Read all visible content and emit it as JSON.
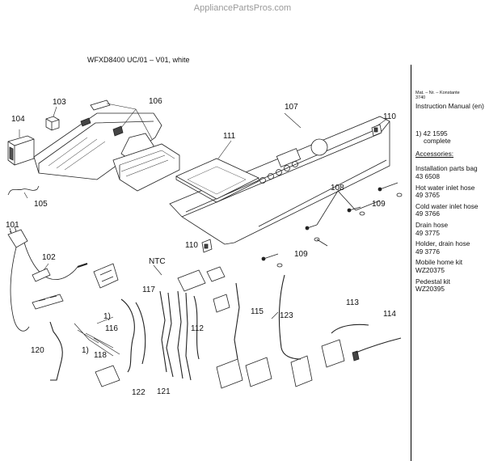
{
  "watermark": "AppliancePartsPros.com",
  "model": "WFXD8400 UC/01 – V01, white",
  "callouts": {
    "c101": "101",
    "c102": "102",
    "c103": "103",
    "c104": "104",
    "c105": "105",
    "c106": "106",
    "c107": "107",
    "c108": "108",
    "c109a": "109",
    "c109b": "109",
    "c110a": "110",
    "c110b": "110",
    "c111": "111",
    "c112": "112",
    "c113": "113",
    "c114": "114",
    "c115": "115",
    "c116": "116",
    "c117": "117",
    "c118": "118",
    "c120": "120",
    "c121": "121",
    "c122": "122",
    "c123": "123",
    "note1a": "1)",
    "note1b": "1)",
    "ntc": "NTC"
  },
  "side": {
    "header1": "Mat. – Nr. – Konstante",
    "header2": "3740",
    "manual": "Instruction Manual (en)",
    "note_num": "1) 42 1595",
    "note_text": "complete",
    "accessories": "Accessories:",
    "items": [
      {
        "name": "Installation parts bag",
        "num": "43 6508"
      },
      {
        "name": "Hot water inlet hose",
        "num": "49 3765"
      },
      {
        "name": "Cold water inlet hose",
        "num": "49 3766"
      },
      {
        "name": "Drain hose",
        "num": "49 3775"
      },
      {
        "name": "Holder, drain hose",
        "num": "49 3776"
      },
      {
        "name": "Mobile home kit",
        "num": "WZ20375"
      },
      {
        "name": "Pedestal kit",
        "num": "WZ20395"
      }
    ]
  }
}
